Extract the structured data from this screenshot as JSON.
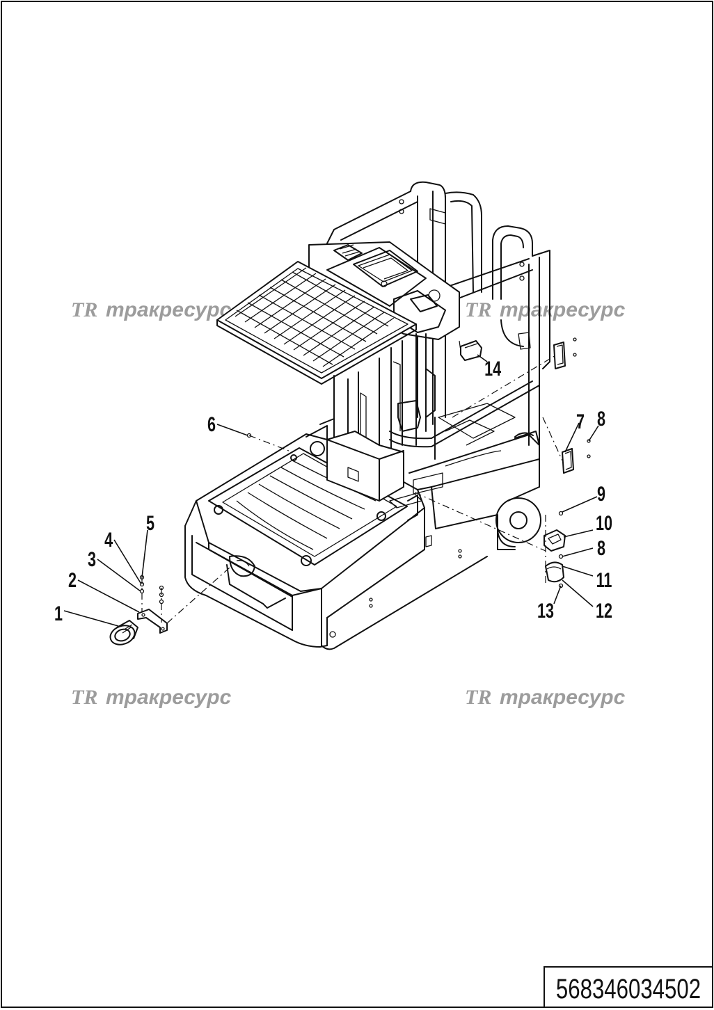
{
  "drawing": {
    "part_number": "568346034502",
    "watermark": {
      "logo": "TR",
      "text": "тракресурс",
      "color": "#9c9c9c"
    },
    "callouts": [
      {
        "id": "1",
        "label": "1"
      },
      {
        "id": "2",
        "label": "2"
      },
      {
        "id": "3",
        "label": "3"
      },
      {
        "id": "4",
        "label": "4"
      },
      {
        "id": "5",
        "label": "5"
      },
      {
        "id": "6",
        "label": "6"
      },
      {
        "id": "7",
        "label": "7"
      },
      {
        "id": "8a",
        "label": "8"
      },
      {
        "id": "8b",
        "label": "8"
      },
      {
        "id": "9",
        "label": "9"
      },
      {
        "id": "10",
        "label": "10"
      },
      {
        "id": "11",
        "label": "11"
      },
      {
        "id": "12",
        "label": "12"
      },
      {
        "id": "13",
        "label": "13"
      },
      {
        "id": "14",
        "label": "14"
      }
    ]
  }
}
